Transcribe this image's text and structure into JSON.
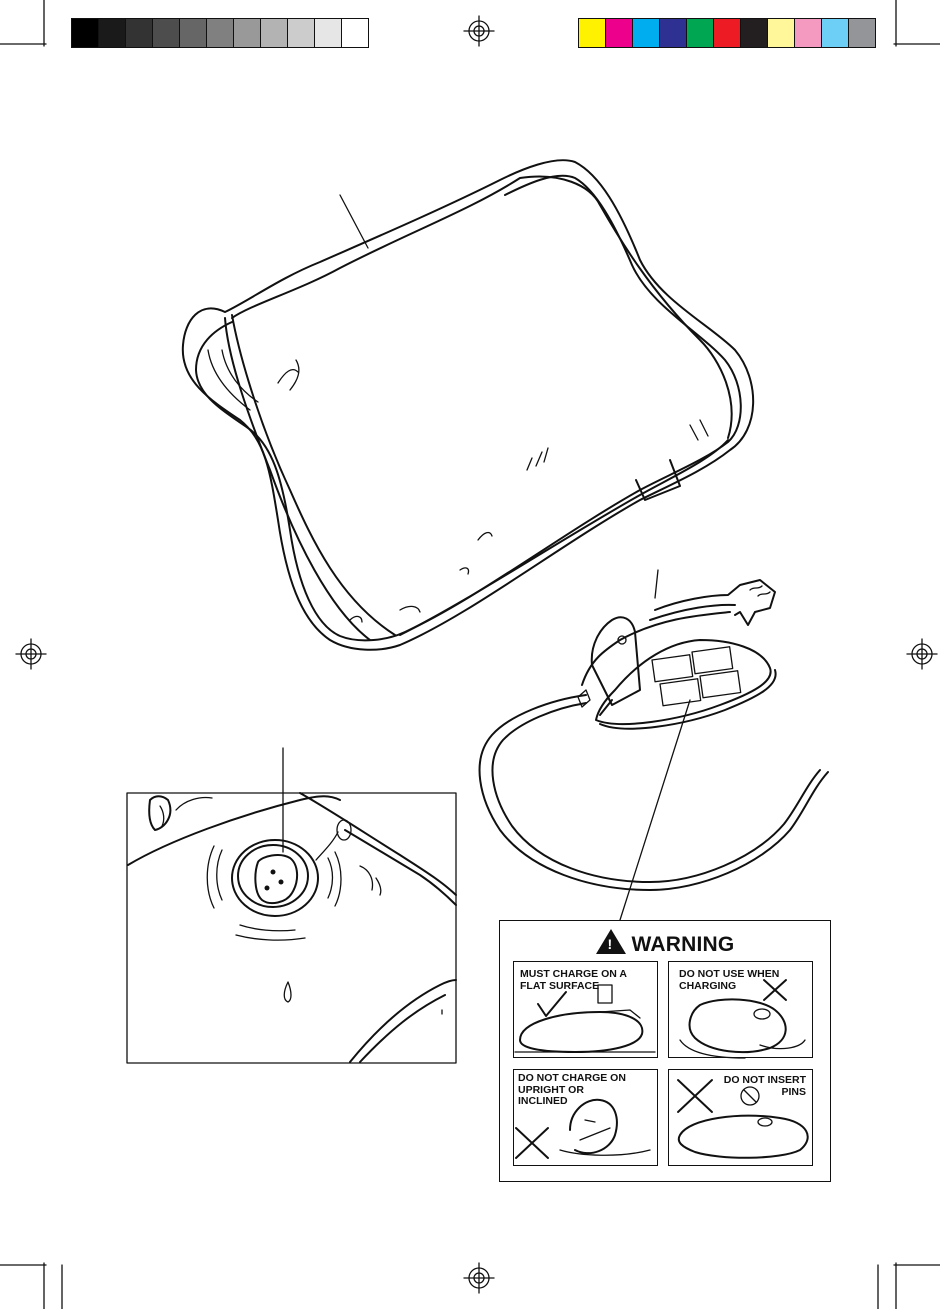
{
  "print_marks": {
    "grayscale_bar": [
      "#000000",
      "#1a1a1a",
      "#333333",
      "#4d4d4d",
      "#666666",
      "#808080",
      "#999999",
      "#b3b3b3",
      "#cccccc",
      "#e6e6e6",
      "#ffffff"
    ],
    "color_bar": [
      "#fff200",
      "#ec008c",
      "#00aeef",
      "#2e3192",
      "#00a651",
      "#ed1c24",
      "#231f20",
      "#fff799",
      "#f49ac1",
      "#6dcff6",
      "#939598"
    ]
  },
  "warning": {
    "title": "WARNING",
    "icon": "warning-triangle-icon",
    "panels": [
      {
        "text": "MUST CHARGE ON A FLAT SURFACE",
        "mark": "check-icon"
      },
      {
        "text": "DO NOT USE WHEN CHARGING",
        "mark": "cross-icon"
      },
      {
        "text": "DO NOT CHARGE ON UPRIGHT OR INCLINED",
        "mark": "cross-icon"
      },
      {
        "text": "DO NOT INSERT PINS",
        "mark": "cross-icon"
      }
    ]
  }
}
